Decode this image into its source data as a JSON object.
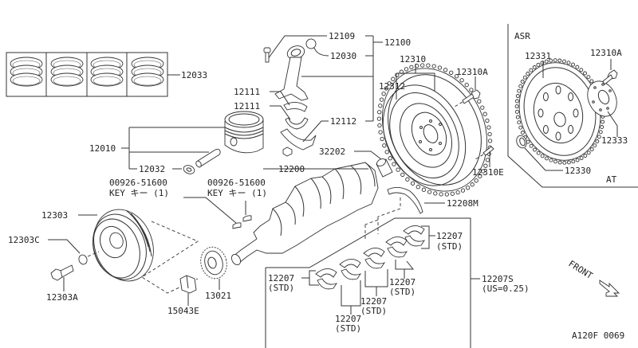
{
  "diagram": {
    "title_code": "A120F 0069",
    "front_label": "FRONT",
    "asr_label": "ASR",
    "at_label": "AT",
    "labels": {
      "p12033": "12033",
      "p12109": "12109",
      "p12100": "12100",
      "p12030": "12030",
      "p12111a": "12111",
      "p12111b": "12111",
      "p12112": "12112",
      "p12010": "12010",
      "p12032": "12032",
      "p12310": "12310",
      "p12312": "12312",
      "p12310A": "12310A",
      "p12310E": "12310E",
      "p32202": "32202",
      "p12200": "12200",
      "key1_part": "00926-51600",
      "key1_desc": "KEY  キー  (1)",
      "key2_part": "00926-51600",
      "key2_desc": "KEY  キー  (1)",
      "p12208M": "12208M",
      "p12303": "12303",
      "p12303C": "12303C",
      "p12303A": "12303A",
      "p15043E": "15043E",
      "p13021": "13021",
      "p12207_a": "12207",
      "p12207_a_note": "(STD)",
      "p12207_b": "12207",
      "p12207_b_note": "(STD)",
      "p12207_c": "12207",
      "p12207_c_note": "(STD)",
      "p12207_d": "12207",
      "p12207_d_note": "(STD)",
      "p12207_e": "12207",
      "p12207_e_note": "(STD)",
      "p12207S": "12207S",
      "p12207S_note": "(US=0.25)",
      "asr_12331": "12331",
      "asr_12310A": "12310A",
      "asr_12333": "12333",
      "asr_12330": "12330"
    }
  }
}
